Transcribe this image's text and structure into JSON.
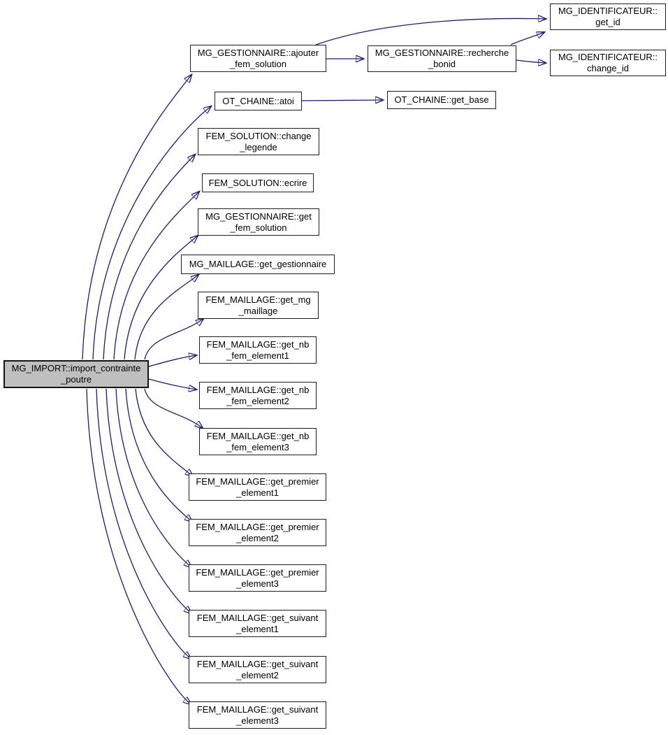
{
  "diagram": {
    "type": "call-graph",
    "colors": {
      "background": "#ffffff",
      "edge": "#1b1b70",
      "node_fill": "#ffffff",
      "node_border": "#1c1c1c",
      "selected_node_fill": "#bfbfbf"
    },
    "nodes": [
      {
        "id": "import",
        "label": "MG_IMPORT::import_contrainte\n_poutre",
        "selected": true
      },
      {
        "id": "ajouter",
        "label": "MG_GESTIONNAIRE::ajouter\n_fem_solution",
        "selected": false
      },
      {
        "id": "atoi",
        "label": "OT_CHAINE::atoi",
        "selected": false
      },
      {
        "id": "change_legende",
        "label": "FEM_SOLUTION::change\n_legende",
        "selected": false
      },
      {
        "id": "ecrire",
        "label": "FEM_SOLUTION::ecrire",
        "selected": false
      },
      {
        "id": "get_fem_solution",
        "label": "MG_GESTIONNAIRE::get\n_fem_solution",
        "selected": false
      },
      {
        "id": "get_gestionnaire",
        "label": "MG_MAILLAGE::get_gestionnaire",
        "selected": false
      },
      {
        "id": "get_mg_maillage",
        "label": "FEM_MAILLAGE::get_mg\n_maillage",
        "selected": false
      },
      {
        "id": "get_nb1",
        "label": "FEM_MAILLAGE::get_nb\n_fem_element1",
        "selected": false
      },
      {
        "id": "get_nb2",
        "label": "FEM_MAILLAGE::get_nb\n_fem_element2",
        "selected": false
      },
      {
        "id": "get_nb3",
        "label": "FEM_MAILLAGE::get_nb\n_fem_element3",
        "selected": false
      },
      {
        "id": "premier1",
        "label": "FEM_MAILLAGE::get_premier\n_element1",
        "selected": false
      },
      {
        "id": "premier2",
        "label": "FEM_MAILLAGE::get_premier\n_element2",
        "selected": false
      },
      {
        "id": "premier3",
        "label": "FEM_MAILLAGE::get_premier\n_element3",
        "selected": false
      },
      {
        "id": "suivant1",
        "label": "FEM_MAILLAGE::get_suivant\n_element1",
        "selected": false
      },
      {
        "id": "suivant2",
        "label": "FEM_MAILLAGE::get_suivant\n_element2",
        "selected": false
      },
      {
        "id": "suivant3",
        "label": "FEM_MAILLAGE::get_suivant\n_element3",
        "selected": false
      },
      {
        "id": "recherche",
        "label": "MG_GESTIONNAIRE::recherche\n_bonid",
        "selected": false
      },
      {
        "id": "get_base",
        "label": "OT_CHAINE::get_base",
        "selected": false
      },
      {
        "id": "get_id",
        "label": "MG_IDENTIFICATEUR::\nget_id",
        "selected": false
      },
      {
        "id": "change_id",
        "label": "MG_IDENTIFICATEUR::\nchange_id",
        "selected": false
      }
    ],
    "edges": [
      {
        "from": "import",
        "to": "ajouter"
      },
      {
        "from": "import",
        "to": "atoi"
      },
      {
        "from": "import",
        "to": "change_legende"
      },
      {
        "from": "import",
        "to": "ecrire"
      },
      {
        "from": "import",
        "to": "get_fem_solution"
      },
      {
        "from": "import",
        "to": "get_gestionnaire"
      },
      {
        "from": "import",
        "to": "get_mg_maillage"
      },
      {
        "from": "import",
        "to": "get_nb1"
      },
      {
        "from": "import",
        "to": "get_nb2"
      },
      {
        "from": "import",
        "to": "get_nb3"
      },
      {
        "from": "import",
        "to": "premier1"
      },
      {
        "from": "import",
        "to": "premier2"
      },
      {
        "from": "import",
        "to": "premier3"
      },
      {
        "from": "import",
        "to": "suivant1"
      },
      {
        "from": "import",
        "to": "suivant2"
      },
      {
        "from": "import",
        "to": "suivant3"
      },
      {
        "from": "ajouter",
        "to": "recherche"
      },
      {
        "from": "ajouter",
        "to": "get_id"
      },
      {
        "from": "recherche",
        "to": "get_id"
      },
      {
        "from": "recherche",
        "to": "change_id"
      },
      {
        "from": "atoi",
        "to": "get_base"
      }
    ]
  }
}
